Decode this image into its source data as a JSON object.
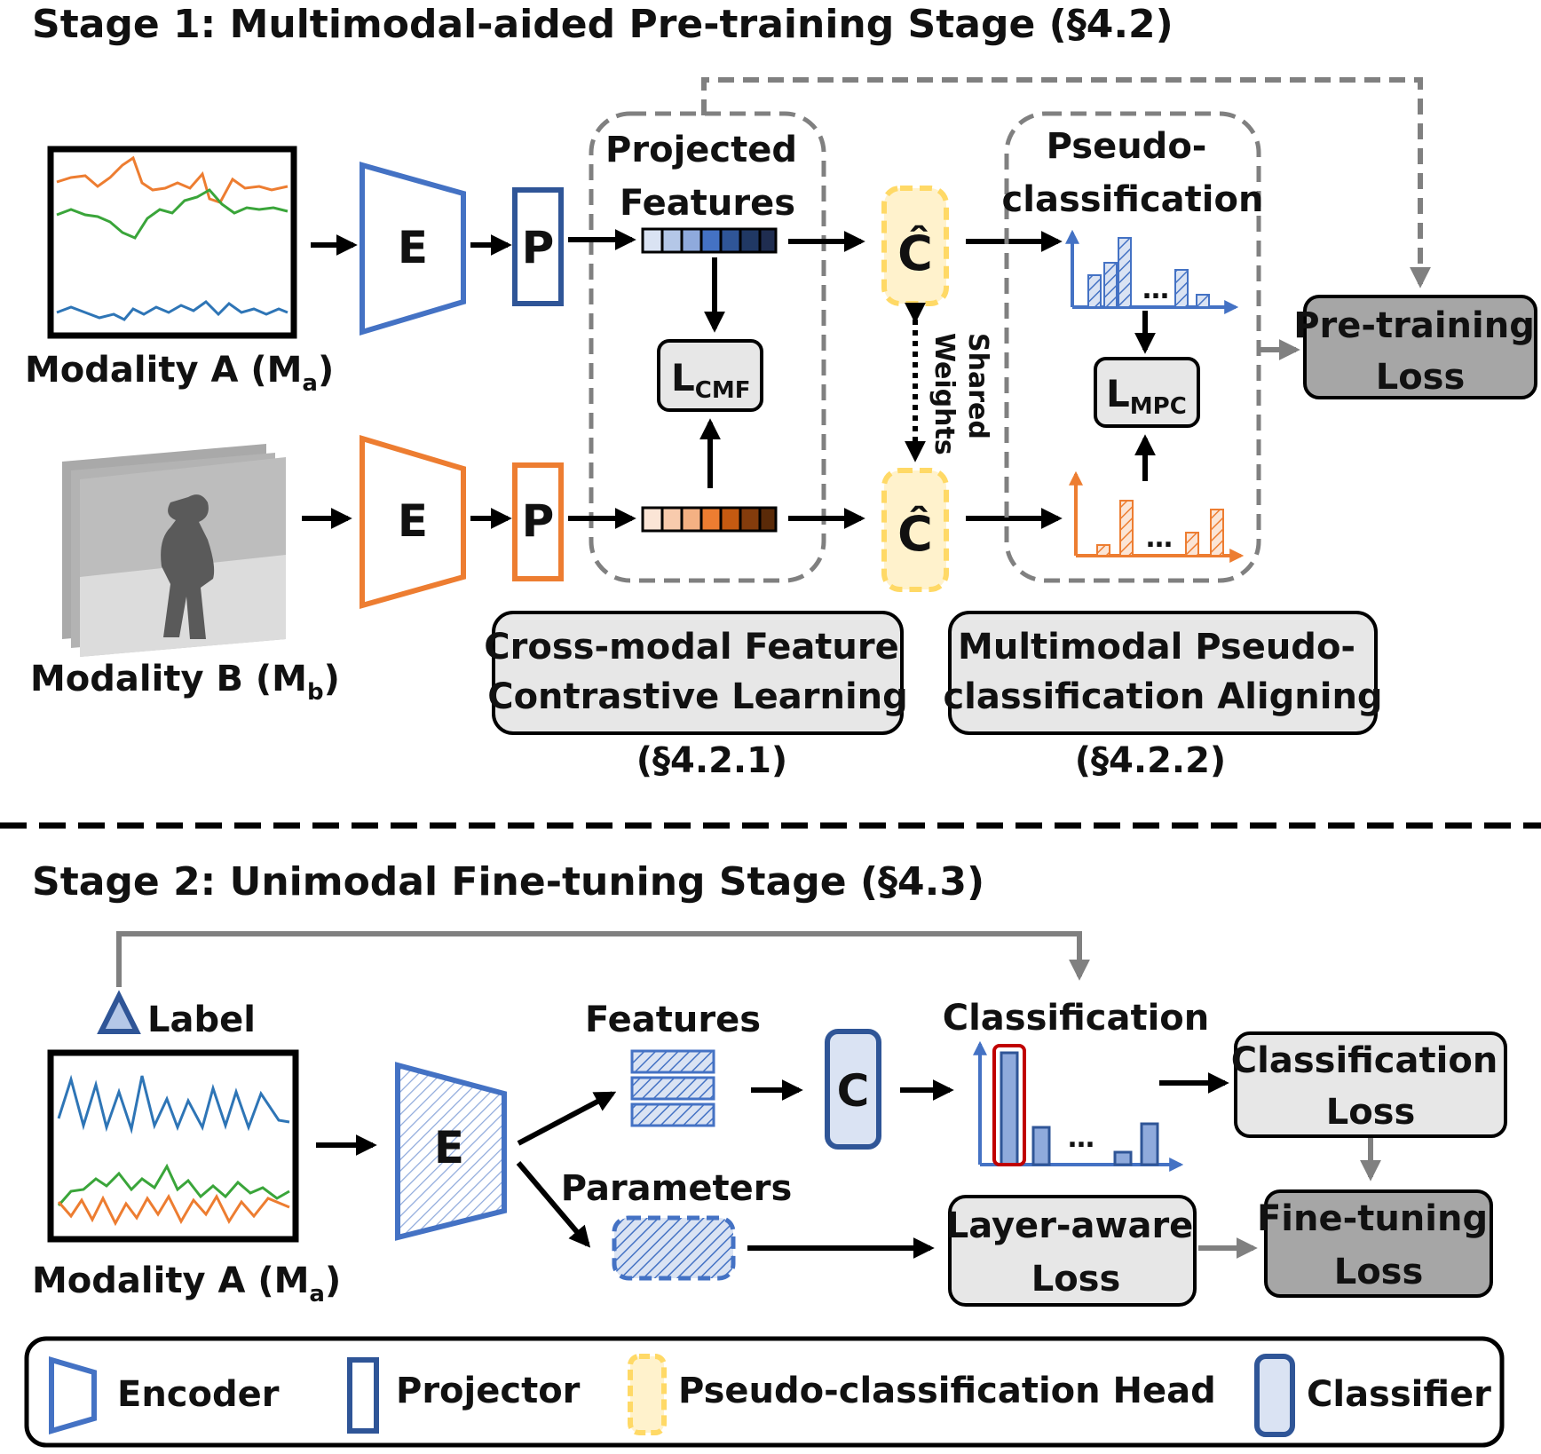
{
  "stage1": {
    "title": "Stage 1: Multimodal-aided Pre-training Stage (§4.2)",
    "modality_a": {
      "name": "Modality A (M",
      "sub": "a",
      "close": ")"
    },
    "modality_b": {
      "name": "Modality B (M",
      "sub": "b",
      "close": ")"
    },
    "encoder_glyph": "E",
    "projector_glyph": "P",
    "projected_features": [
      "Projected",
      "Features"
    ],
    "head_glyph": "Ĉ",
    "shared_weights": [
      "Shared",
      "Weights"
    ],
    "pseudo_classification": [
      "Pseudo-",
      "classification"
    ],
    "dots": "…",
    "loss_cmf": {
      "main": "L",
      "sub": "CMF"
    },
    "loss_mpc": {
      "main": "L",
      "sub": "MPC"
    },
    "pretraining_loss": [
      "Pre-training",
      "Loss"
    ],
    "module_cmf": [
      "Cross-modal Feature",
      "Contrastive Learning"
    ],
    "module_cmf_ref": "(§4.2.1)",
    "module_mpc": [
      "Multimodal Pseudo-",
      "classification Aligning"
    ],
    "module_mpc_ref": "(§4.2.2)"
  },
  "stage2": {
    "title": "Stage 2: Unimodal Fine-tuning Stage (§4.3)",
    "label": "Label",
    "modality_a": {
      "name": "Modality A (M",
      "sub": "a",
      "close": ")"
    },
    "encoder_glyph": "E",
    "features": "Features",
    "classifier_glyph": "C",
    "classification": "Classification",
    "dots": "…",
    "parameters": "Parameters",
    "classification_loss": [
      "Classification",
      "Loss"
    ],
    "layer_aware_loss": [
      "Layer-aware",
      "Loss"
    ],
    "finetuning_loss": [
      "Fine-tuning",
      "Loss"
    ]
  },
  "legend": {
    "encoder": "Encoder",
    "projector": "Projector",
    "pseudo_head": "Pseudo-classification Head",
    "classifier": "Classifier"
  },
  "colors": {
    "blue": "#4472c4",
    "dark_blue": "#2f5597",
    "orange": "#ed7d31",
    "green": "#3aa53a",
    "yellow": "#ffd966",
    "yellow_fill": "#fff2cc",
    "gray_box": "#e7e7e7",
    "dark_gray_box": "#a6a6a6",
    "arrow_gray": "#808080"
  }
}
